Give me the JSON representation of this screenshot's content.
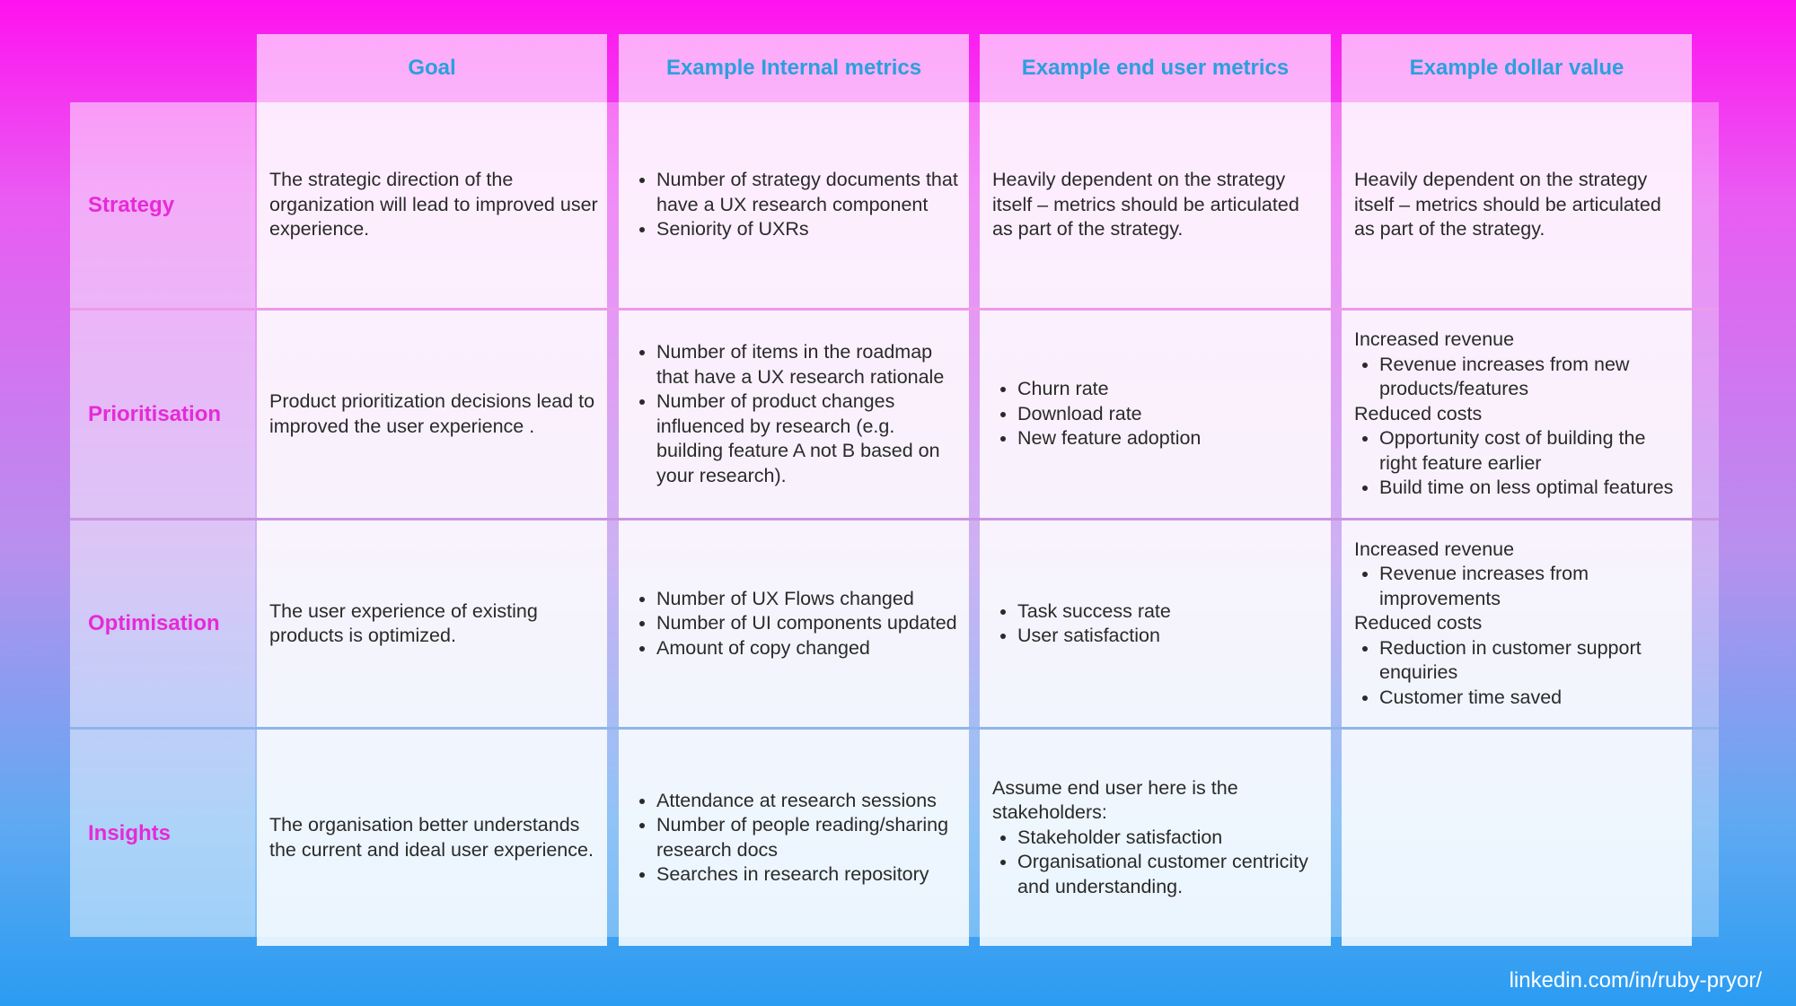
{
  "headers": {
    "goal": "Goal",
    "internal": "Example Internal metrics",
    "enduser": "Example end user metrics",
    "dollar": "Example dollar value"
  },
  "rows": [
    {
      "label": "Strategy",
      "goal": "The strategic direction of the organization will lead to improved user experience.",
      "internal": [
        "Number of strategy documents that have a UX research component",
        "Seniority of UXRs"
      ],
      "enduser_text": "Heavily dependent on the strategy itself – metrics should be articulated as part of the strategy.",
      "dollar_text": "Heavily dependent on the strategy itself – metrics should be articulated as part of the strategy."
    },
    {
      "label": "Prioritisation",
      "goal": "Product prioritization decisions lead to improved the user experience .",
      "internal": [
        "Number of items in the roadmap that have a UX research rationale",
        "Number of product changes influenced by research (e.g. building feature A not B based on your research)."
      ],
      "enduser": [
        "Churn rate",
        "Download rate",
        "New feature adoption"
      ],
      "dollar": {
        "head1": "Increased revenue",
        "items1": [
          "Revenue increases from new products/features"
        ],
        "head2": "Reduced costs",
        "items2": [
          "Opportunity cost of building the right feature earlier",
          "Build time on less optimal features"
        ]
      }
    },
    {
      "label": "Optimisation",
      "goal": "The user experience of existing products is optimized.",
      "internal": [
        "Number of UX Flows changed",
        "Number of UI components updated",
        "Amount of copy changed"
      ],
      "enduser": [
        "Task success rate",
        "User satisfaction"
      ],
      "dollar": {
        "head1": "Increased revenue",
        "items1": [
          "Revenue increases from improvements"
        ],
        "head2": "Reduced costs",
        "items2": [
          "Reduction in customer support enquiries",
          "Customer time saved"
        ]
      }
    },
    {
      "label": "Insights",
      "goal": "The organisation better understands the current and ideal user experience.",
      "internal": [
        "Attendance at research sessions",
        "Number of people reading/sharing research docs",
        "Searches in research repository"
      ],
      "enduser_intro": "Assume end user here is the stakeholders:",
      "enduser": [
        "Stakeholder satisfaction",
        "Organisational customer centricity and understanding."
      ]
    }
  ],
  "footer": "linkedin.com/in/ruby-pryor/"
}
